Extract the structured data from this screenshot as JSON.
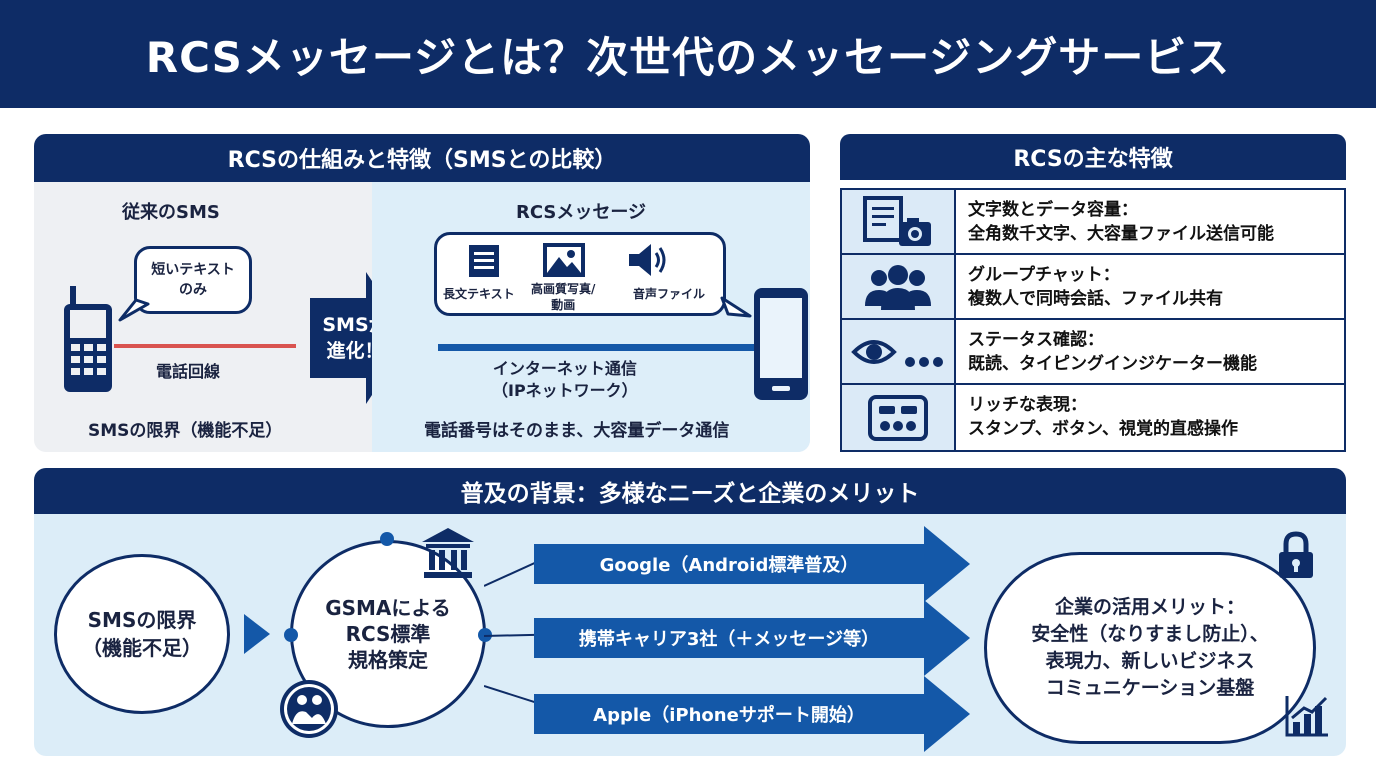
{
  "title": "RCSメッセージとは？次世代のメッセージングサービス",
  "comparison": {
    "header": "RCSの仕組みと特徴（SMSとの比較）",
    "sms": {
      "title": "従来のSMS",
      "bubble_line1": "短いテキスト",
      "bubble_line2": "のみ",
      "line_label": "電話回線",
      "footer": "SMSの限界（機能不足）"
    },
    "evolve_line1": "SMSが",
    "evolve_line2": "進化！",
    "rcs": {
      "title": "RCSメッセージ",
      "features": [
        "長文テキスト",
        "高画質写真/",
        "動画",
        "音声ファイル"
      ],
      "line_label_1": "インターネット通信",
      "line_label_2": "（IPネットワーク）",
      "footer": "電話番号はそのまま、大容量データ通信"
    }
  },
  "features": {
    "header": "RCSの主な特徴",
    "rows": [
      {
        "icon": "document-camera-icon",
        "title": "文字数とデータ容量：",
        "desc": "全角数千文字、大容量ファイル送信可能"
      },
      {
        "icon": "group-icon",
        "title": "グループチャット：",
        "desc": "複数人で同時会話、ファイル共有"
      },
      {
        "icon": "eye-typing-icon",
        "title": "ステータス確認：",
        "desc": "既読、タイピングインジケーター機能"
      },
      {
        "icon": "rich-ui-icon",
        "title": "リッチな表現：",
        "desc": "スタンプ、ボタン、視覚的直感操作"
      }
    ]
  },
  "background": {
    "header": "普及の背景：多様なニーズと企業のメリット",
    "left_line1": "SMSの限界",
    "left_line2": "（機能不足）",
    "center_line1": "GSMAによる",
    "center_line2": "RCS標準",
    "center_line3": "規格策定",
    "arrows": [
      "Google（Android標準普及）",
      "携帯キャリア3社（＋メッセージ等）",
      "Apple（iPhoneサポート開始）"
    ],
    "right_line1": "企業の活用メリット：",
    "right_line2": "安全性（なりすまし防止）、",
    "right_line3": "表現力、新しいビジネス",
    "right_line4": "コミュニケーション基盤"
  },
  "colors": {
    "navy": "#0e2c66",
    "blue": "#1458a8",
    "light": "#dcedf8",
    "red_line": "#d9534f"
  }
}
